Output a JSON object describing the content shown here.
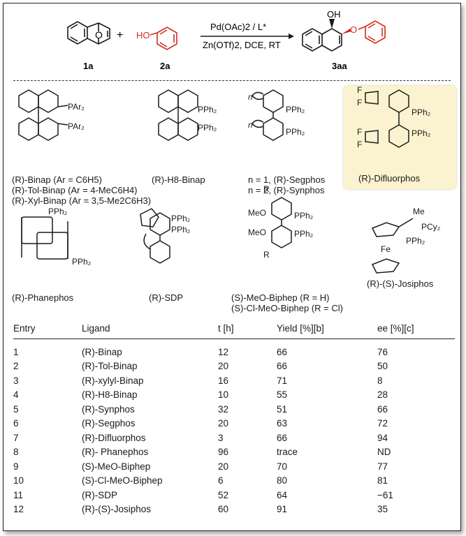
{
  "scheme": {
    "reagent_top": "Pd(OAc)2 / L*",
    "reagent_bottom": "Zn(OTf)2, DCE, RT",
    "compound_1": "1a",
    "compound_2": "2a",
    "product": "3aa",
    "plus": "+",
    "oh_label": "OH",
    "ho_label": "HO"
  },
  "ligands": {
    "binap": {
      "n1": "(R)-Binap (Ar = C6H5)",
      "n2": "(R)-Tol-Binap (Ar = 4-MeC6H4)",
      "n3": "(R)-Xyl-Binap (Ar = 3,5-Me2C6H3)"
    },
    "h8binap": "(R)-H8-Binap",
    "segphos": {
      "n1": "n = 1, (R)-Segphos",
      "n2": "n = 2, (R)-Synphos"
    },
    "difluorphos": "(R)-Difluorphos",
    "phanephos": "(R)-Phanephos",
    "sdp": "(R)-SDP",
    "biphep": {
      "n1": "(S)-MeO-Biphep (R = H)",
      "n2": "(S)-Cl-MeO-Biphep (R = Cl)"
    },
    "josiphos": "(R)-(S)-Josiphos"
  },
  "table": {
    "headers": {
      "entry": "Entry",
      "ligand": "Ligand",
      "time": "t [h]",
      "yield": "Yield [%][b]",
      "ee": "ee [%][c]"
    },
    "rows": [
      {
        "entry": "1",
        "ligand": "(R)-Binap",
        "t": "12",
        "yield": "66",
        "ee": "76"
      },
      {
        "entry": "2",
        "ligand": "(R)-Tol-Binap",
        "t": "20",
        "yield": "66",
        "ee": "50"
      },
      {
        "entry": "3",
        "ligand": "(R)-xylyl-Binap",
        "t": "16",
        "yield": "71",
        "ee": "8"
      },
      {
        "entry": "4",
        "ligand": "(R)-H8-Binap",
        "t": "10",
        "yield": "55",
        "ee": "28"
      },
      {
        "entry": "5",
        "ligand": "(R)-Synphos",
        "t": "32",
        "yield": "51",
        "ee": "66"
      },
      {
        "entry": "6",
        "ligand": "(R)-Segphos",
        "t": "20",
        "yield": "63",
        "ee": "72"
      },
      {
        "entry": "7",
        "ligand": "(R)-Difluorphos",
        "t": "3",
        "yield": "66",
        "ee": "94"
      },
      {
        "entry": "8",
        "ligand": "(R)- Phanephos",
        "t": "96",
        "yield": "trace",
        "ee": "ND"
      },
      {
        "entry": "9",
        "ligand": "(S)-MeO-Biphep",
        "t": "20",
        "yield": "70",
        "ee": "77"
      },
      {
        "entry": "10",
        "ligand": "(S)-Cl-MeO-Biphep",
        "t": "6",
        "yield": "80",
        "ee": "81"
      },
      {
        "entry": "11",
        "ligand": "(R)-SDP",
        "t": "52",
        "yield": "64",
        "ee": "−61"
      },
      {
        "entry": "12",
        "ligand": "(R)-(S)-Josiphos",
        "t": "60",
        "yield": "91",
        "ee": "35"
      }
    ]
  },
  "colors": {
    "accent_red": "#d62a1f",
    "highlight": "#fbf3cf",
    "ink": "#1a1a1a"
  }
}
